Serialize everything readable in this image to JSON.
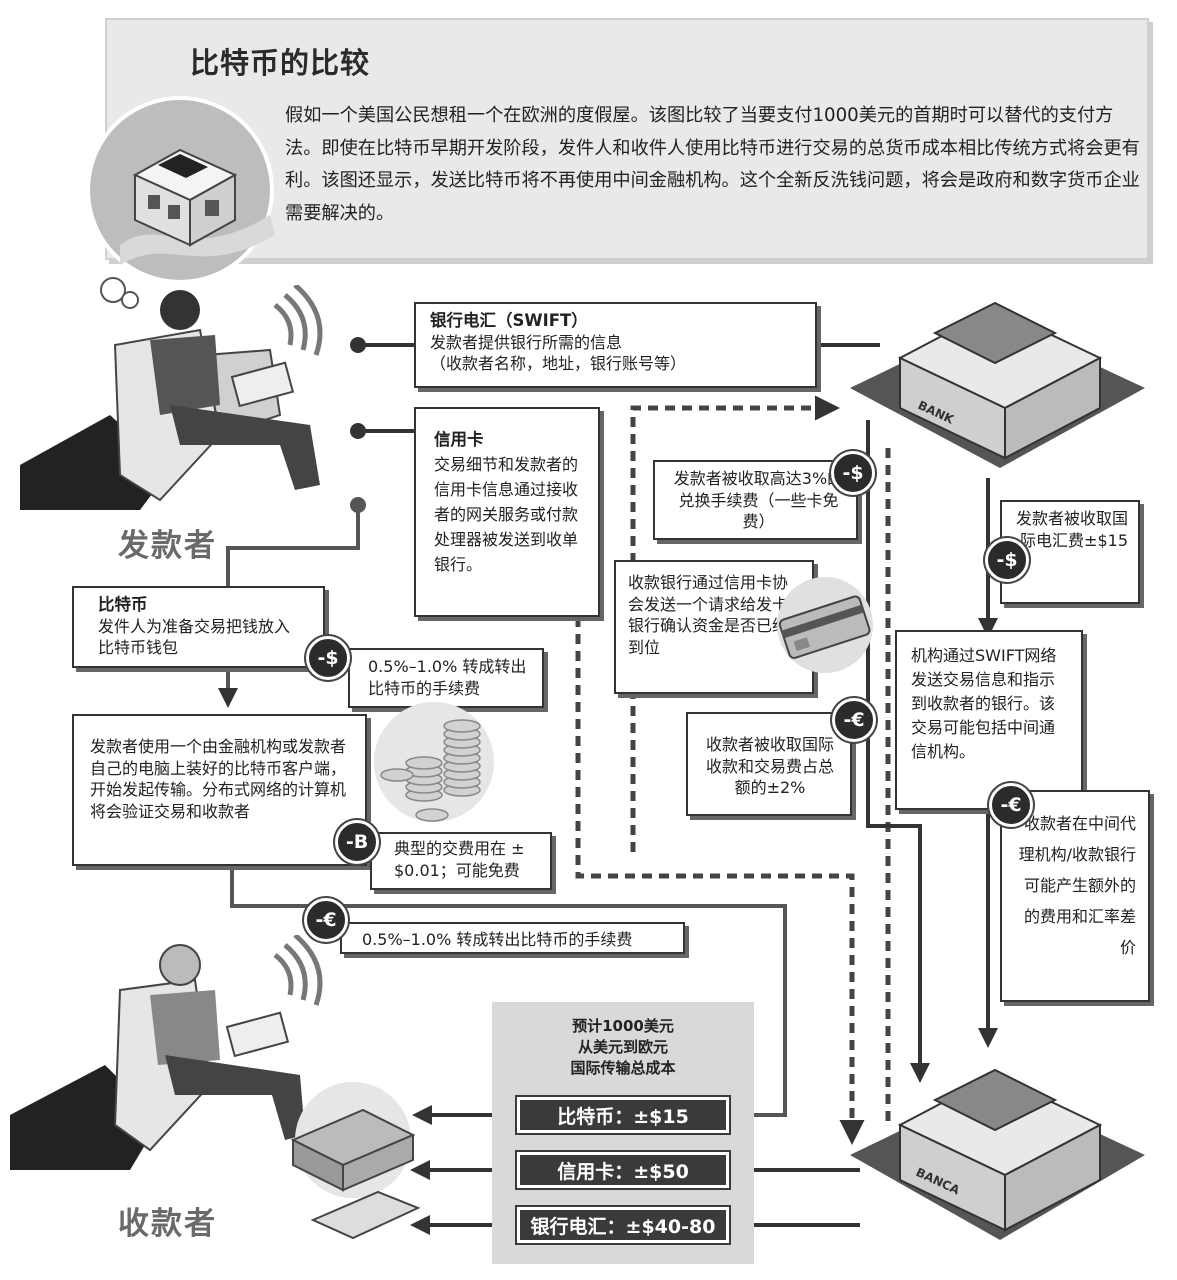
{
  "title": "比特币的比较",
  "intro": "假如一个美国公民想租一个在欧洲的度假屋。该图比较了当要支付1000美元的首期时可以替代的支付方法。即使在比特币早期开发阶段，发件人和收件人使用比特币进行交易的总货币成本相比传统方式将会更有利。该图还显示，发送比特币将不再使用中间金融机构。这个全新反洗钱问题，将会是政府和数字货币企业需要解决的。",
  "roles": {
    "sender": "发款者",
    "receiver": "收款者"
  },
  "swift": {
    "title": "银行电汇（SWIFT）",
    "line1": "发款者提供银行所需的信息",
    "line2": "（收款者名称，地址，银行账号等）"
  },
  "credit_card": {
    "title": "信用卡",
    "text": "交易细节和发款者的信用卡信息通过接收者的网关服务或付款处理器被发送到收单银行。"
  },
  "bitcoin": {
    "title": "比特币",
    "text": "发件人为准备交易把钱放入比特币钱包"
  },
  "client_text": "发款者使用一个由金融机构或发款者自己的电脑上装好的比特币客户端，开始发起传输。分布式网络的计算机将会验证交易和收款者",
  "fees": {
    "btc_out": "0.5%–1.0% 转成转出比特币的手续费",
    "btc_tx": "典型的交费用在 ±$0.01；可能免费",
    "btc_in": "0.5%–1.0% 转成转出比特币的手续费",
    "card_fx": "发款者被收取高达3%的兑换手续费（一些卡免费）",
    "card_verify": "收款银行通过信用卡协会发送一个请求给发卡银行确认资金是否已经到位",
    "card_receiver": "收款者被收取国际收款和交易费占总额的±2%",
    "wire_sender": "发款者被收取国际电汇费±$15",
    "swift_network": "机构通过SWIFT网络发送交易信息和指示到收款者的银行。该交易可能包括中间通信机构。",
    "intermediary": "收款者在中间代理机构/收款银行可能产生额外的的费用和汇率差价"
  },
  "signs": {
    "usd": "-$",
    "eur": "-€",
    "btc": "-B"
  },
  "bank_labels": {
    "top": "BANK",
    "bottom": "BANCA"
  },
  "costs": {
    "title_lines": [
      "预计1000美元",
      "从美元到欧元",
      "国际传输总成本"
    ],
    "bitcoin": "比特币：±$15",
    "card": "信用卡：±$50",
    "wire": "银行电汇：±$40-80"
  },
  "colors": {
    "dark": "#2b2b2b",
    "panel": "#e9e9e9",
    "gray": "#6a6a6a"
  },
  "icons": [
    "thought-house-icon",
    "sender-person-icon",
    "receiver-person-icon",
    "wifi-icon",
    "bank-building-icon",
    "credit-card-icon",
    "coins-icon",
    "cash-icon"
  ]
}
